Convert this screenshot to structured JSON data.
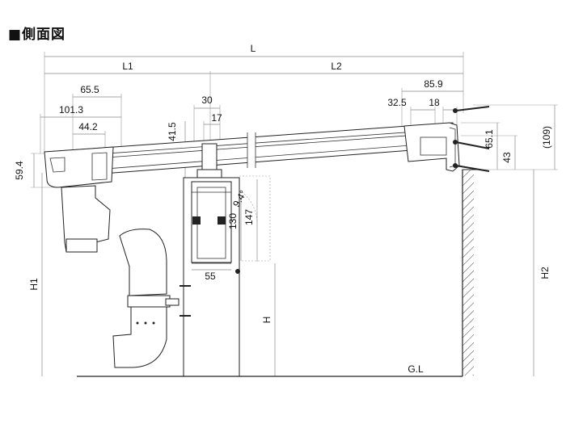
{
  "title": "■側面図",
  "labels": {
    "L": "L",
    "L1": "L1",
    "L2": "L2",
    "d65_5": "65.5",
    "d101_3": "101.3",
    "d44_2": "44.2",
    "d59_4": "59.4",
    "d30": "30",
    "d17": "17",
    "d41_5": "41.5",
    "d85_9": "85.9",
    "d32_5": "32.5",
    "d18": "18",
    "d65_1": "65.1",
    "d43": "43",
    "d109": "(109)",
    "angle": "9.4°",
    "d130": "130",
    "d147": "147",
    "d55": "55",
    "H": "H",
    "H1": "H1",
    "H2": "H2",
    "GL": "G.L"
  }
}
